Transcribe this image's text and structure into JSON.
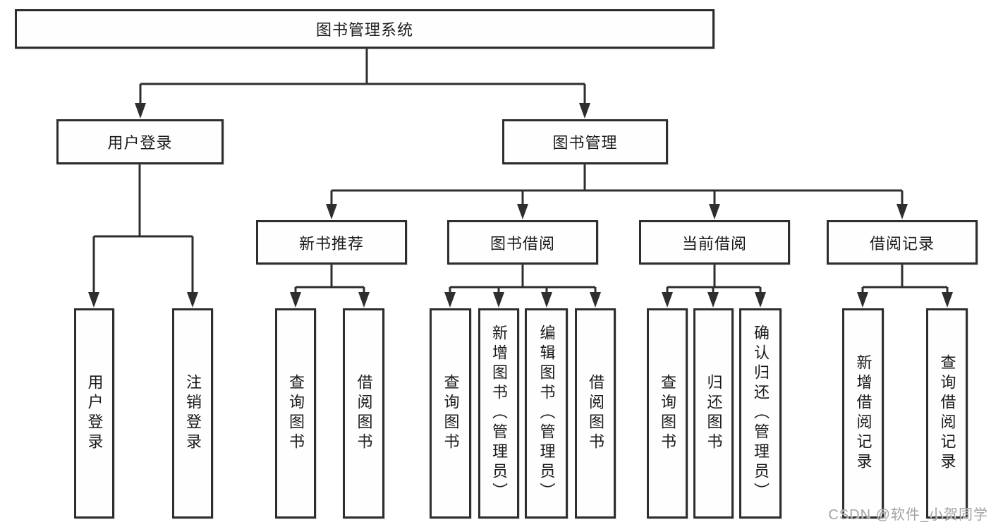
{
  "diagram": {
    "root": {
      "label": "图书管理系统"
    },
    "branches": [
      {
        "label": "用户登录",
        "children": [
          {
            "label": "用户登录"
          },
          {
            "label": "注销登录"
          }
        ]
      },
      {
        "label": "图书管理",
        "children": [
          {
            "label": "新书推荐",
            "children": [
              {
                "label": "查询图书"
              },
              {
                "label": "借阅图书"
              }
            ]
          },
          {
            "label": "图书借阅",
            "children": [
              {
                "label": "查询图书"
              },
              {
                "label": "新增图书（管理员）"
              },
              {
                "label": "编辑图书（管理员）"
              },
              {
                "label": "借阅图书"
              }
            ]
          },
          {
            "label": "当前借阅",
            "children": [
              {
                "label": "查询图书"
              },
              {
                "label": "归还图书"
              },
              {
                "label": "确认归还（管理员）"
              }
            ]
          },
          {
            "label": "借阅记录",
            "children": [
              {
                "label": "新增借阅记录"
              },
              {
                "label": "查询借阅记录"
              }
            ]
          }
        ]
      }
    ]
  },
  "watermark": {
    "text": "CSDN @软件_小贺同学"
  },
  "colors": {
    "line": "#2e2e2e",
    "text": "#1b1b1b",
    "background": "#ffffff",
    "watermark": "#9e9e9e"
  }
}
